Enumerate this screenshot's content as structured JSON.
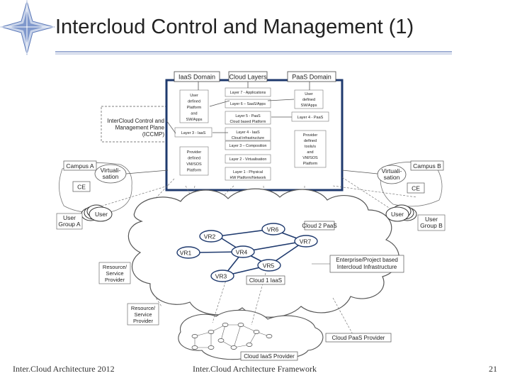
{
  "slide": {
    "title": "Intercloud Control and Management (1)",
    "footer_left": "Inter.Cloud Architecture 2012",
    "footer_center": "Inter.Cloud Architecture Framework",
    "page_number": "21"
  },
  "headers": {
    "iaas_domain": "IaaS Domain",
    "cloud_layers": "Cloud Layers",
    "paas_domain": "PaaS Domain"
  },
  "columns": {
    "iaas_user_platform": [
      "User",
      "defined",
      "Platform",
      "and",
      "SW/Apps"
    ],
    "iaas_layer3": "Layer 3 - IaaS",
    "iaas_provider_platform": [
      "Provider",
      "defined",
      "VM/SOS",
      "Platform"
    ],
    "paas_user_platform": [
      "User",
      "defined",
      "SW/Apps"
    ],
    "paas_layer4": "Layer 4 - PaaS",
    "paas_provider_platform": [
      "Provider",
      "defined",
      "tools/s",
      "and",
      "VM/SOS",
      "Platform"
    ]
  },
  "layers": [
    [
      "Layer 7 - Applications"
    ],
    [
      "Layer 6 – SaaS/Apps"
    ],
    [
      "Layer 5 - PaaS",
      "Cloud based Platform"
    ],
    [
      "Layer 4 - IaaS",
      "Cloud infrastructure"
    ],
    [
      "Layer 3 – Composition"
    ],
    [
      "Layer 2 - Virtualisation"
    ],
    [
      "Layer 1 - Physical",
      "HW Platform/Network"
    ]
  ],
  "iccmp": [
    "InterCloud Control and",
    "Management Plane",
    "(ICCMP)"
  ],
  "campus_a": {
    "label": "Campus A",
    "virtualisation": [
      "Virtuali-",
      "sation"
    ],
    "ce": "CE",
    "user": "User",
    "group": [
      "User",
      "Group A"
    ]
  },
  "campus_b": {
    "label": "Campus B",
    "virtualisation": [
      "Virtuali-",
      "sation"
    ],
    "ce": "CE",
    "user": "User",
    "group": [
      "User",
      "Group B"
    ]
  },
  "network": {
    "vr1": "VR1",
    "vr2": "VR2",
    "vr3": "VR3",
    "vr4": "VR4",
    "vr5": "VR5",
    "vr6": "VR6",
    "vr7": "VR7",
    "cloud2_paas": "Cloud 2 PaaS",
    "cloud1_iaas": "Cloud 1 IaaS",
    "enterprise": [
      "Enterprise/Project based",
      "Intercloud Infrastructure"
    ]
  },
  "providers": {
    "resource_provider_1": [
      "Resource/",
      "Service",
      "Provider"
    ],
    "resource_provider_2": [
      "Resource/",
      "Service",
      "Provider"
    ],
    "cloud_paas_provider": "Cloud PaaS Provider",
    "cloud_iaas_provider": "Cloud IaaS Provider"
  },
  "colors": {
    "accent_blue": "#1f3a6e",
    "line_blue": "#3f5ea8"
  }
}
